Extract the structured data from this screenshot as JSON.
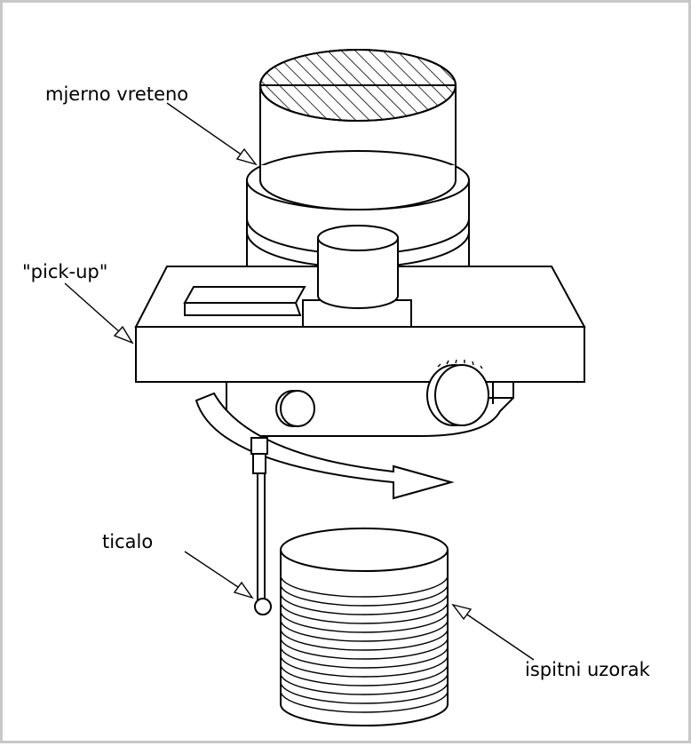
{
  "labels": {
    "spindle": "mjerno vreteno",
    "pickup": "\"pick-up\"",
    "stylus": "ticalo",
    "specimen": "ispitni uzorak"
  }
}
